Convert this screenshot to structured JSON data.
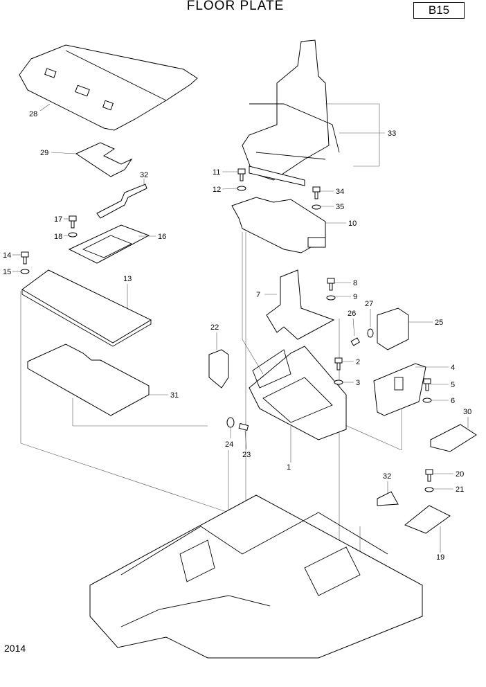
{
  "header": {
    "title": "FLOOR PLATE",
    "page_code": "B15"
  },
  "footer": {
    "year": "2014"
  },
  "callouts": [
    "28",
    "29",
    "32",
    "17",
    "18",
    "16",
    "14",
    "15",
    "13",
    "31",
    "11",
    "12",
    "33",
    "34",
    "35",
    "10",
    "7",
    "8",
    "9",
    "26",
    "27",
    "25",
    "22",
    "2",
    "3",
    "4",
    "5",
    "6",
    "24",
    "23",
    "1",
    "30",
    "32",
    "20",
    "21",
    "19"
  ]
}
